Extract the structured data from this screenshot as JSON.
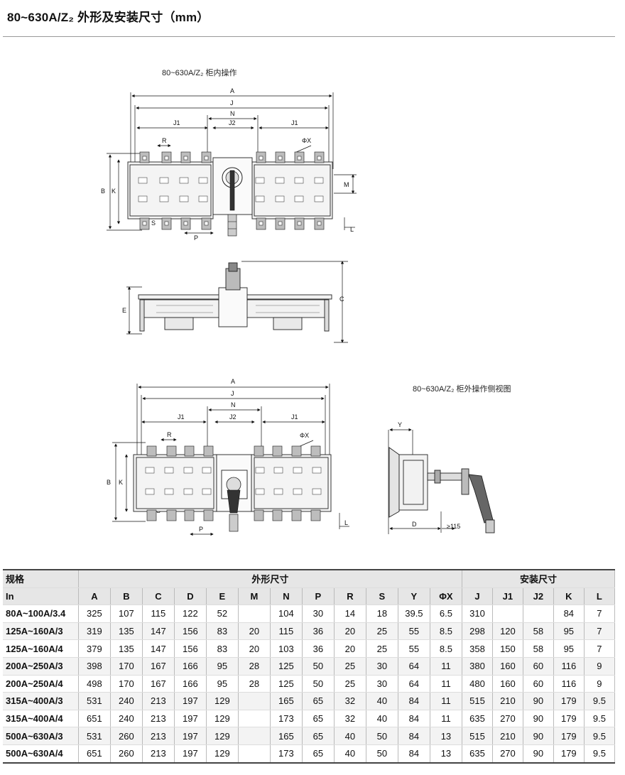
{
  "title": "80~630A/Z₂ 外形及安装尺寸（mm）",
  "drawings": {
    "top_caption": "80~630A/Z₂ 柜内操作",
    "side_caption": "80~630A/Z₂ 柜外操作侧视图",
    "labels": {
      "A": "A",
      "J": "J",
      "N": "N",
      "J1": "J1",
      "J2": "J2",
      "R": "R",
      "X": "ΦX",
      "B": "B",
      "K": "K",
      "M": "M",
      "S": "S",
      "P": "P",
      "L": "L",
      "C": "C",
      "E": "E",
      "Y": "Y",
      "D": "D",
      "min": "≥115"
    }
  },
  "table": {
    "group_headers": {
      "spec": "规格",
      "outline": "外形尺寸",
      "install": "安装尺寸"
    },
    "columns": [
      "In",
      "A",
      "B",
      "C",
      "D",
      "E",
      "M",
      "N",
      "P",
      "R",
      "S",
      "Y",
      "ΦX",
      "J",
      "J1",
      "J2",
      "K",
      "L"
    ],
    "rows": [
      [
        "80A~100A/3.4",
        "325",
        "107",
        "115",
        "122",
        "52",
        "",
        "104",
        "30",
        "14",
        "18",
        "39.5",
        "6.5",
        "310",
        "",
        "",
        "84",
        "7"
      ],
      [
        "125A~160A/3",
        "319",
        "135",
        "147",
        "156",
        "83",
        "20",
        "115",
        "36",
        "20",
        "25",
        "55",
        "8.5",
        "298",
        "120",
        "58",
        "95",
        "7"
      ],
      [
        "125A~160A/4",
        "379",
        "135",
        "147",
        "156",
        "83",
        "20",
        "103",
        "36",
        "20",
        "25",
        "55",
        "8.5",
        "358",
        "150",
        "58",
        "95",
        "7"
      ],
      [
        "200A~250A/3",
        "398",
        "170",
        "167",
        "166",
        "95",
        "28",
        "125",
        "50",
        "25",
        "30",
        "64",
        "11",
        "380",
        "160",
        "60",
        "116",
        "9"
      ],
      [
        "200A~250A/4",
        "498",
        "170",
        "167",
        "166",
        "95",
        "28",
        "125",
        "50",
        "25",
        "30",
        "64",
        "11",
        "480",
        "160",
        "60",
        "116",
        "9"
      ],
      [
        "315A~400A/3",
        "531",
        "240",
        "213",
        "197",
        "129",
        "",
        "165",
        "65",
        "32",
        "40",
        "84",
        "11",
        "515",
        "210",
        "90",
        "179",
        "9.5"
      ],
      [
        "315A~400A/4",
        "651",
        "240",
        "213",
        "197",
        "129",
        "",
        "173",
        "65",
        "32",
        "40",
        "84",
        "11",
        "635",
        "270",
        "90",
        "179",
        "9.5"
      ],
      [
        "500A~630A/3",
        "531",
        "260",
        "213",
        "197",
        "129",
        "",
        "165",
        "65",
        "40",
        "50",
        "84",
        "13",
        "515",
        "210",
        "90",
        "179",
        "9.5"
      ],
      [
        "500A~630A/4",
        "651",
        "260",
        "213",
        "197",
        "129",
        "",
        "173",
        "65",
        "40",
        "50",
        "84",
        "13",
        "635",
        "270",
        "90",
        "179",
        "9.5"
      ]
    ]
  }
}
